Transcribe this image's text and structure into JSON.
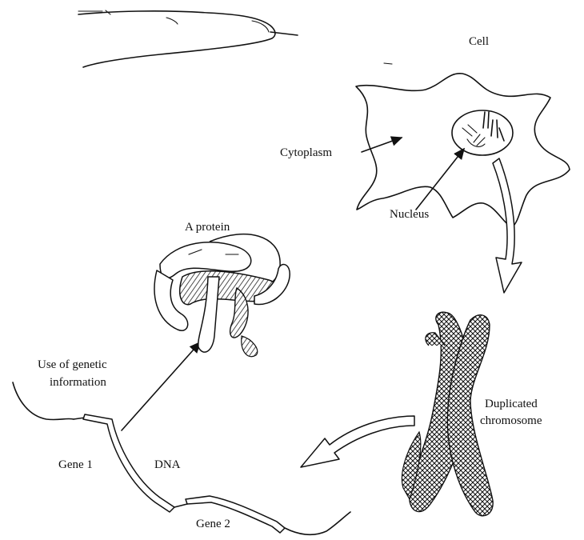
{
  "labels": {
    "cell": "Cell",
    "cytoplasm": "Cytoplasm",
    "nucleus": "Nucleus",
    "protein": "A protein",
    "use_genetic_line1": "Use of genetic",
    "use_genetic_line2": "information",
    "duplicated_line1": "Duplicated",
    "duplicated_line2": "chromosome",
    "gene1": "Gene 1",
    "dna": "DNA",
    "gene2": "Gene 2"
  }
}
